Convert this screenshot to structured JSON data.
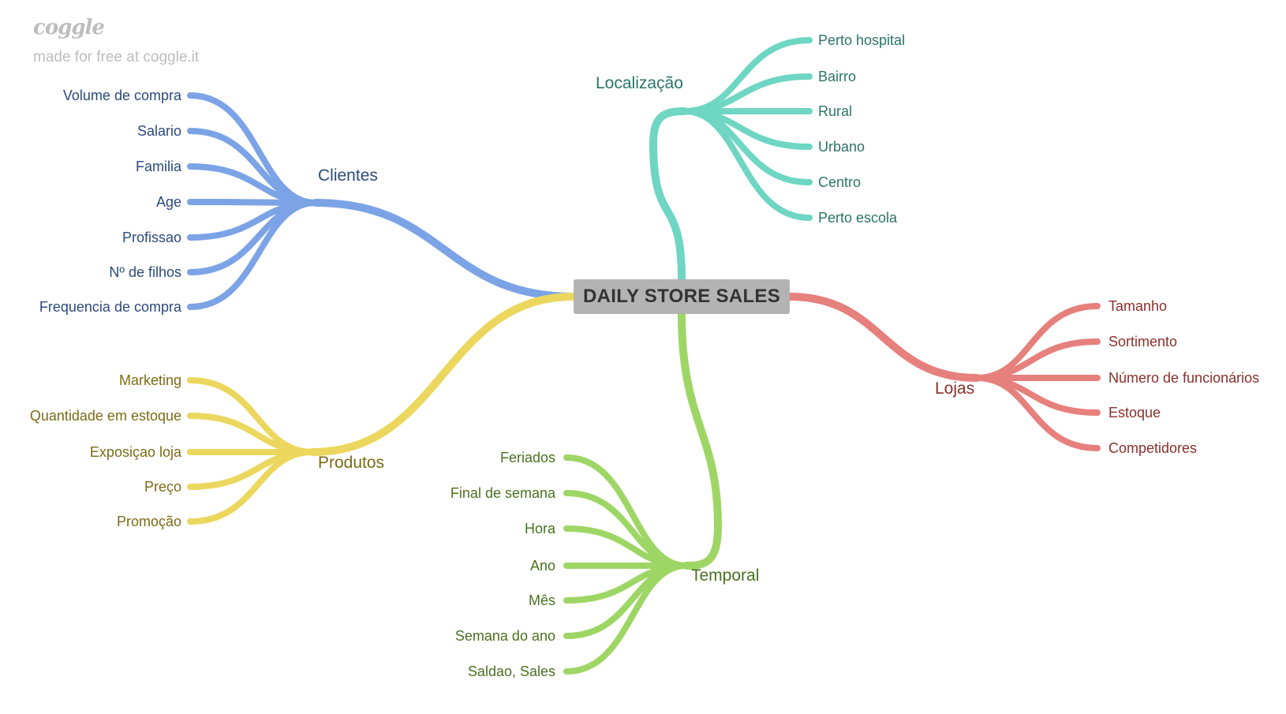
{
  "brand": {
    "logo": "coggle",
    "tagline": "made for free at coggle.it"
  },
  "root": {
    "label": "DAILY STORE SALES"
  },
  "colors": {
    "clientes": "#7ba3e6",
    "localizacao": "#6ed6c2",
    "lojas": "#e6807c",
    "produtos": "#ecd75e",
    "temporal": "#9ed665",
    "clientes_text": "#2b4a7d",
    "localizacao_text": "#2a7468",
    "lojas_text": "#8a2f2b",
    "produtos_text": "#7a6b15",
    "temporal_text": "#4a7020"
  },
  "branches": [
    {
      "id": "clientes",
      "label": "Clientes",
      "children": [
        "Volume de compra",
        "Salario",
        "Familia",
        "Age",
        "Profissao",
        "Nº de filhos",
        "Frequencia de compra"
      ]
    },
    {
      "id": "localizacao",
      "label": "Localização",
      "children": [
        "Perto hospital",
        "Bairro",
        "Rural",
        "Urbano",
        "Centro",
        "Perto escola"
      ]
    },
    {
      "id": "lojas",
      "label": "Lojas",
      "children": [
        "Tamanho",
        "Sortimento",
        "Número de funcionários",
        "Estoque",
        "Competidores"
      ]
    },
    {
      "id": "produtos",
      "label": "Produtos",
      "children": [
        "Marketing",
        "Quantidade em estoque",
        "Exposiçao loja",
        "Preço",
        "Promoção"
      ]
    },
    {
      "id": "temporal",
      "label": "Temporal",
      "children": [
        "Feriados",
        "Final de semana",
        "Hora",
        "Ano",
        "Mês",
        "Semana do ano",
        "Saldao, Sales"
      ]
    }
  ]
}
